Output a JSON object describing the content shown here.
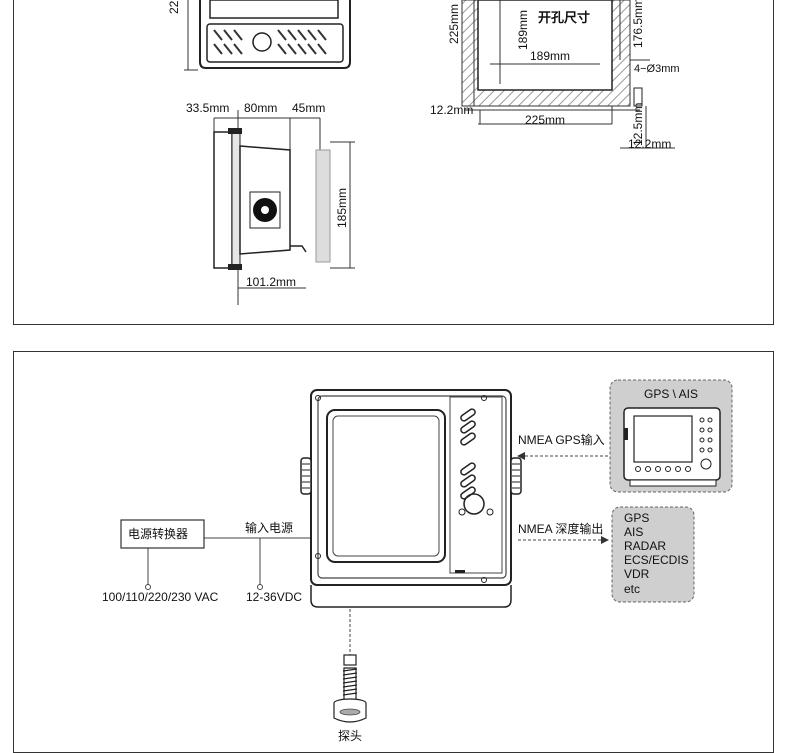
{
  "top_diagram": {
    "front_height_partial": "22",
    "cutout_label": "开孔尺寸",
    "dim_225_vertical": "225mm",
    "dim_189_vertical": "189mm",
    "dim_189_horizontal": "189mm",
    "dim_176_5": "176.5mm",
    "dim_hole": "4−Ø3mm",
    "dim_12_2_left": "12.2mm",
    "dim_225_horizontal": "225mm",
    "dim_12_5": "12.5mm",
    "dim_12_2_right": "12.2mm",
    "dim_33_5": "33.5mm",
    "dim_80": "80mm",
    "dim_45": "45mm",
    "dim_185": "185mm",
    "dim_101_2": "101.2mm"
  },
  "bottom_diagram": {
    "gps_ais_title": "GPS \\ AIS",
    "nmea_gps_input": "NMEA GPS输入",
    "nmea_depth_output": "NMEA 深度输出",
    "output_devices": [
      "GPS",
      "AIS",
      "RADAR",
      "ECS/ECDIS",
      "VDR",
      "etc"
    ],
    "power_converter": "电源转换器",
    "input_power": "输入电源",
    "ac_voltage": "100/110/220/230 VAC",
    "dc_voltage": "12-36VDC",
    "probe_label": "探头"
  }
}
